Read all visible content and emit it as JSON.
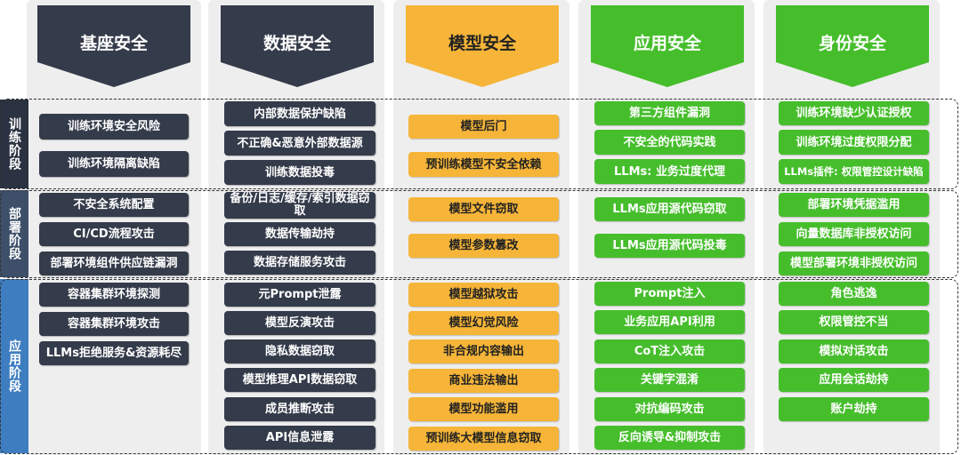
{
  "columns": [
    {
      "title": "基座安全",
      "color": "#343b4a",
      "text_color": "#ffffff"
    },
    {
      "title": "数据安全",
      "color": "#343b4a",
      "text_color": "#ffffff"
    },
    {
      "title": "模型安全",
      "color": "#f6b538",
      "text_color": "#222222"
    },
    {
      "title": "应用安全",
      "color": "#46be2c",
      "text_color": "#ffffff"
    },
    {
      "title": "身份安全",
      "color": "#46be2c",
      "text_color": "#ffffff"
    }
  ],
  "stages": [
    {
      "label": "训练阶段",
      "color": "#2b3241"
    },
    {
      "label": "部署阶段",
      "color": "#3d4f69"
    },
    {
      "label": "应用阶段",
      "color": "#3e7dc0"
    }
  ],
  "cells": {
    "training": [
      [
        "训练环境安全风险",
        "训练环境隔离缺陷"
      ],
      [
        "内部数据保护缺陷",
        "不正确&恶意外部数据源",
        "训练数据投毒"
      ],
      [
        "模型后门",
        "预训练模型不安全依赖"
      ],
      [
        "第三方组件漏洞",
        "不安全的代码实践",
        "LLMs: 业务过度代理"
      ],
      [
        "训练环境缺少认证授权",
        "训练环境过度权限分配",
        "LLMs插件: 权限管控设计缺陷"
      ]
    ],
    "deploy": [
      [
        "不安全系统配置",
        "CI/CD流程攻击",
        "部署环境组件供应链漏洞"
      ],
      [
        "备份/日志/缓存/索引数据窃取",
        "数据传输劫持",
        "数据存储服务攻击"
      ],
      [
        "模型文件窃取",
        "模型参数篡改"
      ],
      [
        "LLMs应用源代码窃取",
        "LLMs应用源代码投毒"
      ],
      [
        "部署环境凭据滥用",
        "向量数据库非授权访问",
        "模型部署环境非授权访问"
      ]
    ],
    "application": [
      [
        "容器集群环境探测",
        "容器集群环境攻击",
        "LLMs拒绝服务&资源耗尽"
      ],
      [
        "元Prompt泄露",
        "模型反演攻击",
        "隐私数据窃取",
        "模型推理API数据窃取",
        "成员推断攻击",
        "API信息泄露"
      ],
      [
        "模型越狱攻击",
        "模型幻觉风险",
        "非合规内容输出",
        "商业违法输出",
        "模型功能滥用",
        "预训练大模型信息窃取"
      ],
      [
        "Prompt注入",
        "业务应用API利用",
        "CoT注入攻击",
        "关键字混淆",
        "对抗编码攻击",
        "反向诱导&抑制攻击"
      ],
      [
        "角色逃逸",
        "权限管控不当",
        "模拟对话攻击",
        "应用会话劫持",
        "账户劫持"
      ]
    ]
  }
}
